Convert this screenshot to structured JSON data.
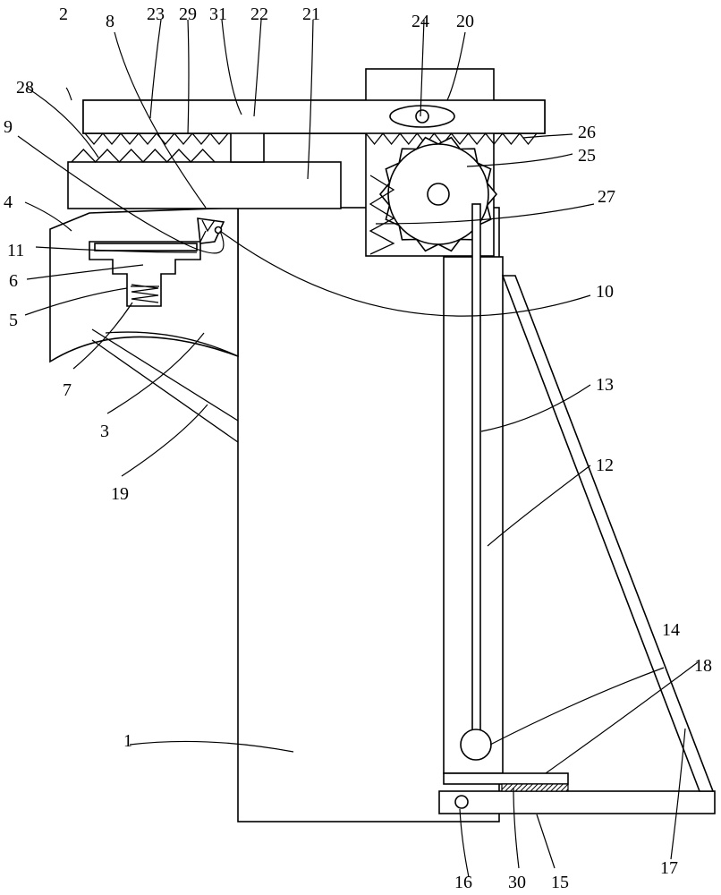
{
  "labels": {
    "l1": "1",
    "l2": "2",
    "l3": "3",
    "l4": "4",
    "l5": "5",
    "l6": "6",
    "l7": "7",
    "l8": "8",
    "l9": "9",
    "l10": "10",
    "l11": "11",
    "l12": "12",
    "l13": "13",
    "l14": "14",
    "l15": "15",
    "l16": "16",
    "l17": "17",
    "l18": "18",
    "l19": "19",
    "l20": "20",
    "l21": "21",
    "l22": "22",
    "l23": "23",
    "l24": "24",
    "l25": "25",
    "l26": "26",
    "l27": "27",
    "l28": "28",
    "l29": "29",
    "l30": "30",
    "l31": "31"
  },
  "colors": {
    "line": "#000000",
    "background": "#ffffff"
  }
}
